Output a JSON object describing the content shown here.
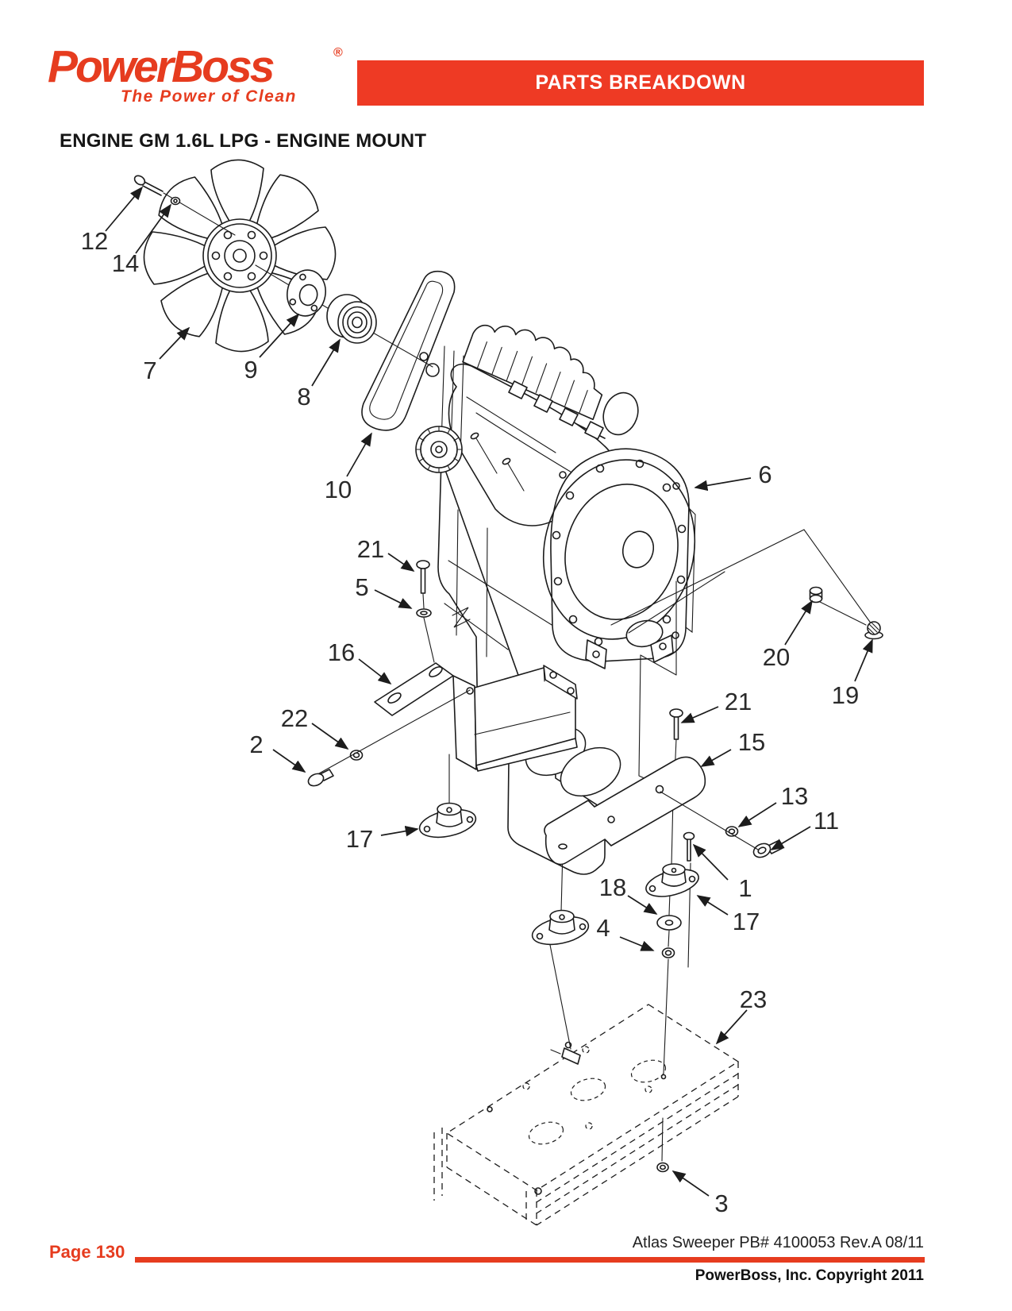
{
  "header": {
    "logo": {
      "brand": "PowerBoss",
      "registered": "®",
      "tagline": "The Power of Clean"
    },
    "banner": "PARTS BREAKDOWN"
  },
  "title": "ENGINE GM 1.6L LPG - ENGINE MOUNT",
  "diagram": {
    "callouts": [
      {
        "label": "12"
      },
      {
        "label": "14"
      },
      {
        "label": "7"
      },
      {
        "label": "9"
      },
      {
        "label": "8"
      },
      {
        "label": "10"
      },
      {
        "label": "6"
      },
      {
        "label": "21"
      },
      {
        "label": "5"
      },
      {
        "label": "16"
      },
      {
        "label": "22"
      },
      {
        "label": "2"
      },
      {
        "label": "17"
      },
      {
        "label": "20"
      },
      {
        "label": "19"
      },
      {
        "label": "21"
      },
      {
        "label": "15"
      },
      {
        "label": "13"
      },
      {
        "label": "11"
      },
      {
        "label": "1"
      },
      {
        "label": "18"
      },
      {
        "label": "17"
      },
      {
        "label": "4"
      },
      {
        "label": "23"
      },
      {
        "label": "3"
      }
    ]
  },
  "footer": {
    "page_label": "Page  130",
    "doc_ref": "Atlas Sweeper PB# 4100053 Rev.A 08/11",
    "copyright": "PowerBoss, Inc. Copyright 2011"
  },
  "colors": {
    "accent_red": "#ee3a24",
    "logo_red": "#e63c1f",
    "line_black": "#1c1c1c"
  }
}
